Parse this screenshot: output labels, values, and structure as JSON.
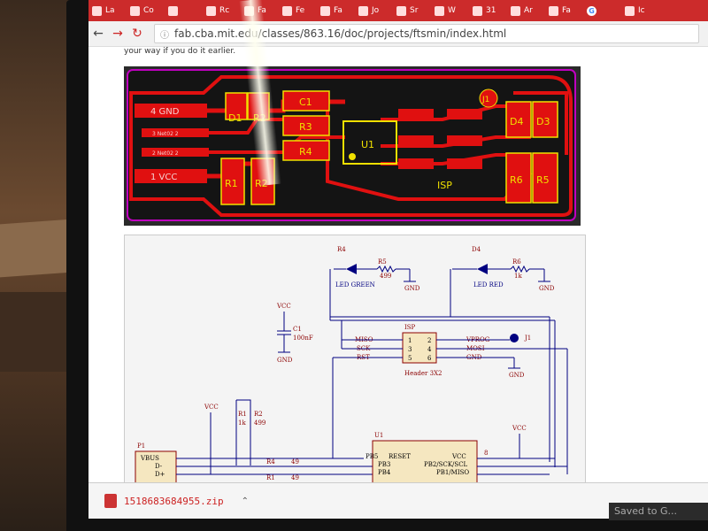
{
  "tabs": [
    {
      "label": "La"
    },
    {
      "label": "Co"
    },
    {
      "label": ""
    },
    {
      "label": "Rc"
    },
    {
      "label": "Fa"
    },
    {
      "label": "Fe"
    },
    {
      "label": "Fa"
    },
    {
      "label": "Jo"
    },
    {
      "label": "Sr"
    },
    {
      "label": "W"
    },
    {
      "label": "31"
    },
    {
      "label": "Ar"
    },
    {
      "label": "Fa"
    },
    {
      "label": "G"
    },
    {
      "label": "Ic"
    }
  ],
  "address": {
    "url": "fab.cba.mit.edu/classes/863.16/doc/projects/ftsmin/index.html"
  },
  "page": {
    "intro_text": "your way if you do it earlier."
  },
  "pcb": {
    "pads": [
      "4  GND",
      "3  Net02  2",
      "2  Net02  2",
      "1  VCC"
    ],
    "labels": [
      "D1",
      "R2",
      "C1",
      "R3",
      "R4",
      "U1",
      "J1",
      "D4",
      "D3",
      "R1",
      "R2",
      "ISP",
      "R6",
      "R5"
    ]
  },
  "schematic": {
    "r4": "R4",
    "d4": "D4",
    "r5": "R5",
    "r6": "R6",
    "r5_val": "499",
    "r6_val": "1k",
    "led_green": "LED GREEN",
    "led_red": "LED RED",
    "gnd": "GND",
    "vcc": "VCC",
    "c1": "C1",
    "c1_val": "100nF",
    "isp": "ISP",
    "isp_pins": [
      "1",
      "2",
      "3",
      "4",
      "5",
      "6"
    ],
    "miso": "MISO",
    "sck": "SCK",
    "rst": "RST",
    "vprog": "VPROG",
    "mosi": "MOSI",
    "j1": "J1",
    "header": "Header 3X2",
    "r1": "R1",
    "r2": "R2",
    "r1_val": "1k",
    "r2_val": "499",
    "p1": "P1",
    "vbus": "VBUS",
    "dminus": "D-",
    "dplus": "D+",
    "u1": "U1",
    "r4b": "R4",
    "r4b_val": "49",
    "r1b": "R1",
    "r1b_val": "49",
    "pb5": "PB5",
    "reset": "RESET",
    "pb3": "PB3",
    "pb4": "PB4",
    "uvcc": "VCC",
    "pb2": "PB2/SCK/SCL",
    "pb1": "PB1/MISO",
    "pin8": "8"
  },
  "downloads": {
    "file": "1518683684955.zip"
  },
  "overlay": {
    "toast": "Saved to G..."
  },
  "colors": {
    "tabbar": "#cc2b2b",
    "copper": "#e01010",
    "silk": "#f0e000",
    "board": "#2a2a2a",
    "outline": "#c000c0"
  }
}
